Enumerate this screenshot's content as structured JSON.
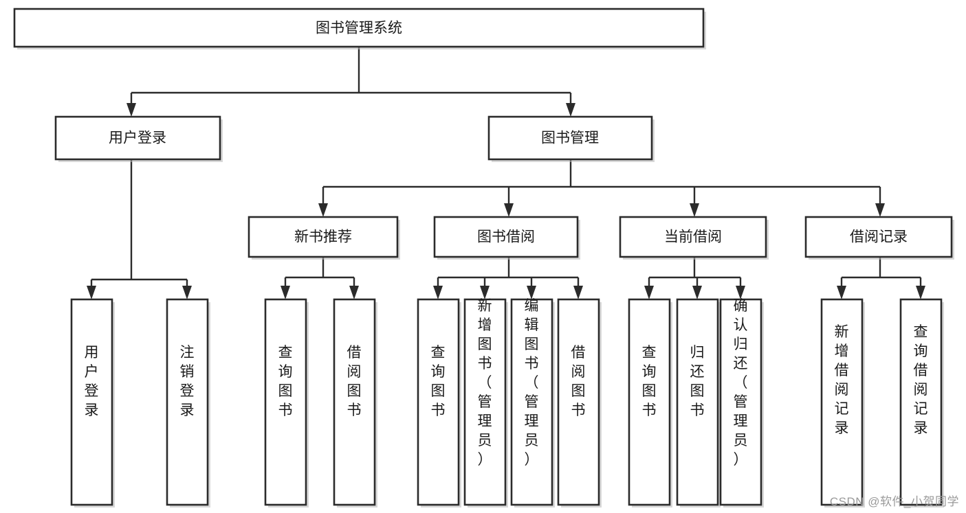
{
  "diagram": {
    "type": "tree-hierarchy",
    "title": "图书管理系统",
    "watermark": "CSDN @软件_小贺同学",
    "colors": {
      "box_stroke": "#2b2b2b",
      "box_fill": "#ffffff",
      "connector": "#2b2b2b",
      "text": "#1a1a1a",
      "watermark": "#9a9a9a"
    },
    "levels": {
      "root": {
        "label": "图书管理系统"
      },
      "level2": [
        {
          "id": "user-login",
          "label": "用户登录"
        },
        {
          "id": "book-management",
          "label": "图书管理"
        }
      ],
      "level3": [
        {
          "id": "new-book-recommend",
          "label": "新书推荐"
        },
        {
          "id": "book-borrow",
          "label": "图书借阅"
        },
        {
          "id": "current-borrow",
          "label": "当前借阅"
        },
        {
          "id": "borrow-record",
          "label": "借阅记录"
        }
      ],
      "leaves": {
        "user-login": [
          {
            "id": "leaf-user-login",
            "label": "用户登录"
          },
          {
            "id": "leaf-logout",
            "label": "注销登录"
          }
        ],
        "new-book-recommend": [
          {
            "id": "leaf-query-book-1",
            "label": "查询图书"
          },
          {
            "id": "leaf-borrow-book-1",
            "label": "借阅图书"
          }
        ],
        "book-borrow": [
          {
            "id": "leaf-query-book-2",
            "label": "查询图书"
          },
          {
            "id": "leaf-add-book",
            "label": "新增图书（管理员）"
          },
          {
            "id": "leaf-edit-book",
            "label": "编辑图书（管理员）"
          },
          {
            "id": "leaf-borrow-book-2",
            "label": "借阅图书"
          }
        ],
        "current-borrow": [
          {
            "id": "leaf-query-book-3",
            "label": "查询图书"
          },
          {
            "id": "leaf-return-book",
            "label": "归还图书"
          },
          {
            "id": "leaf-confirm-return",
            "label": "确认归还（管理员）"
          }
        ],
        "borrow-record": [
          {
            "id": "leaf-add-record",
            "label": "新增借阅记录"
          },
          {
            "id": "leaf-query-record",
            "label": "查询借阅记录"
          }
        ]
      }
    }
  }
}
